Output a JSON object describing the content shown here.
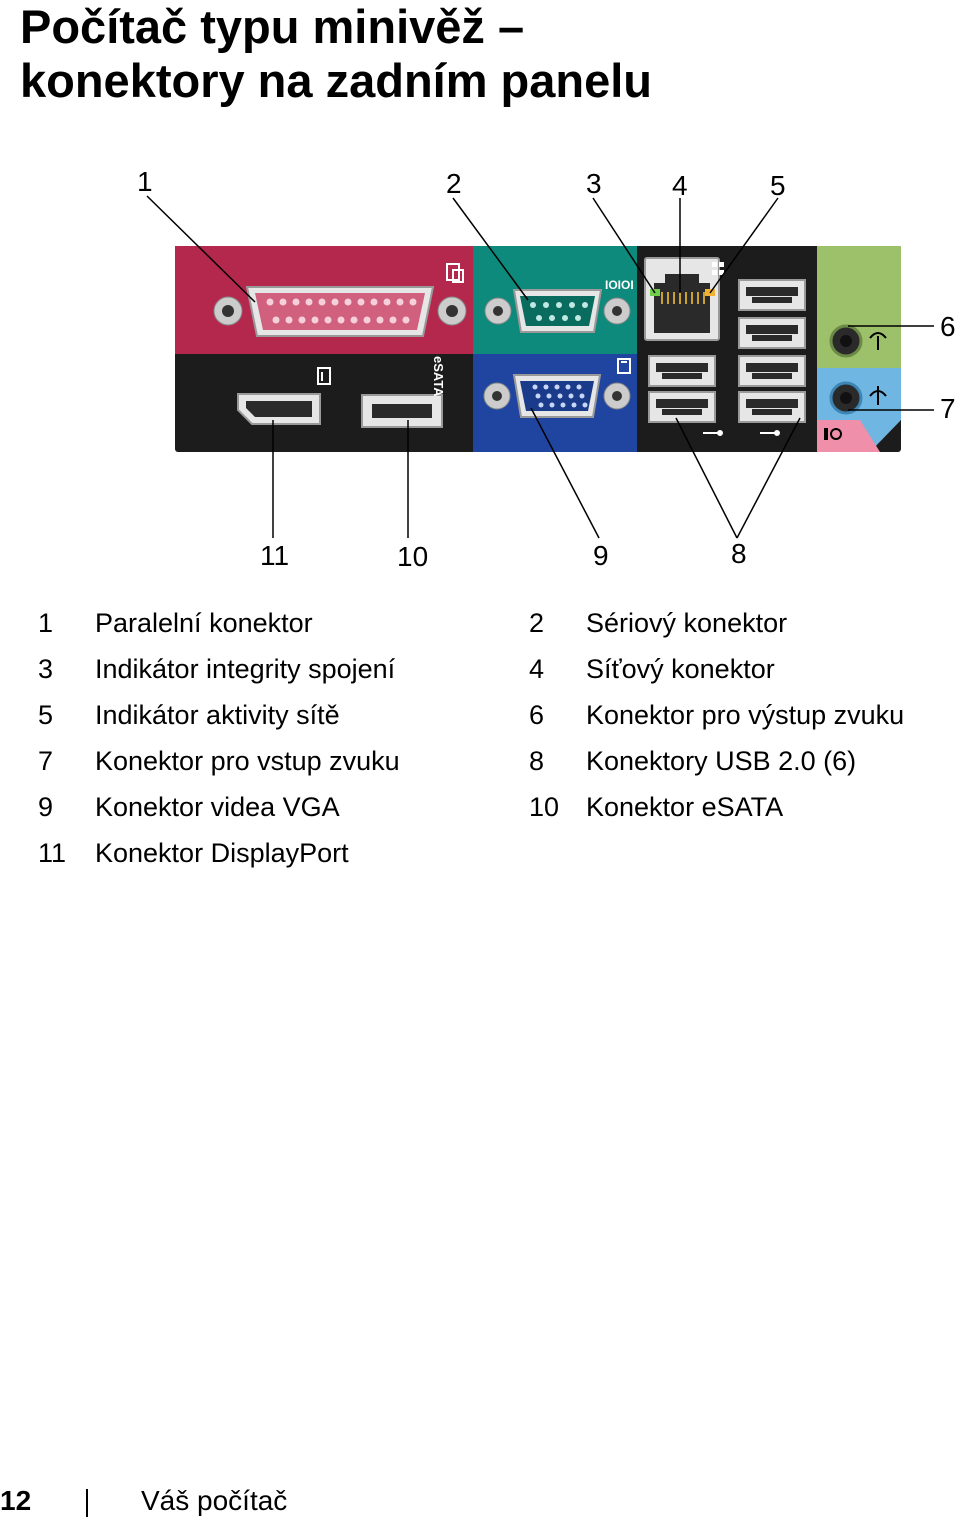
{
  "title": {
    "line1": "Počítač typu minivěž –",
    "line2": "konektory na zadním panelu"
  },
  "callouts": [
    "1",
    "2",
    "3",
    "4",
    "5",
    "6",
    "7",
    "8",
    "9",
    "10",
    "11"
  ],
  "panel_labels": {
    "serial_text": "IOIOI",
    "esata_text": "eSATA"
  },
  "legend": [
    {
      "left_num": "1",
      "left_label": "Paralelní konektor",
      "right_num": "2",
      "right_label": "Sériový konektor"
    },
    {
      "left_num": "3",
      "left_label": "Indikátor integrity spojení",
      "right_num": "4",
      "right_label": "Síťový konektor"
    },
    {
      "left_num": "5",
      "left_label": "Indikátor aktivity sítě",
      "right_num": "6",
      "right_label": "Konektor pro výstup zvuku"
    },
    {
      "left_num": "7",
      "left_label": "Konektor pro vstup zvuku",
      "right_num": "8",
      "right_label": "Konektory USB 2.0 (6)"
    },
    {
      "left_num": "9",
      "left_label": "Konektor videa VGA",
      "right_num": "10",
      "right_label": "Konektor eSATA"
    },
    {
      "left_num": "11",
      "left_label": "Konektor DisplayPort",
      "right_num": "",
      "right_label": ""
    }
  ],
  "footer": {
    "page_number": "12",
    "section": "Váš počítač"
  },
  "colors": {
    "parallel": "#b5284e",
    "serial": "#0e8a7c",
    "vga": "#1f45a1",
    "dark": "#1c1c1c",
    "audio_out": "#9dc06b",
    "audio_in": "#6fb6e3",
    "mic": "#ef8fa9"
  }
}
